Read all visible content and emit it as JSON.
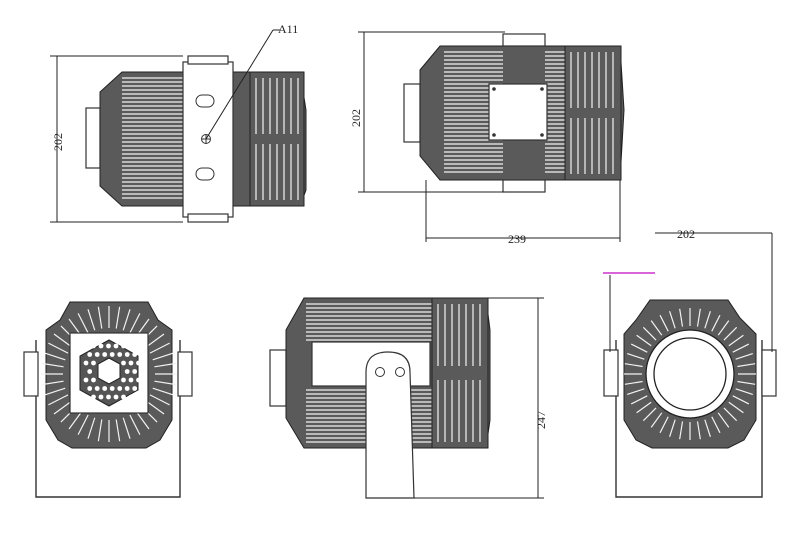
{
  "views": {
    "side_a": {
      "callout": "A11",
      "height_dim": "202"
    },
    "side_b": {
      "height_dim": "202",
      "width_dim": "239"
    },
    "front": {},
    "profile": {
      "height_dim": "247"
    },
    "rear": {
      "width_dim": "202"
    }
  },
  "colors": {
    "line": "#222222",
    "body": "#5a5a5a",
    "fin": "#f2f2f2",
    "marker": "#cc33cc"
  }
}
